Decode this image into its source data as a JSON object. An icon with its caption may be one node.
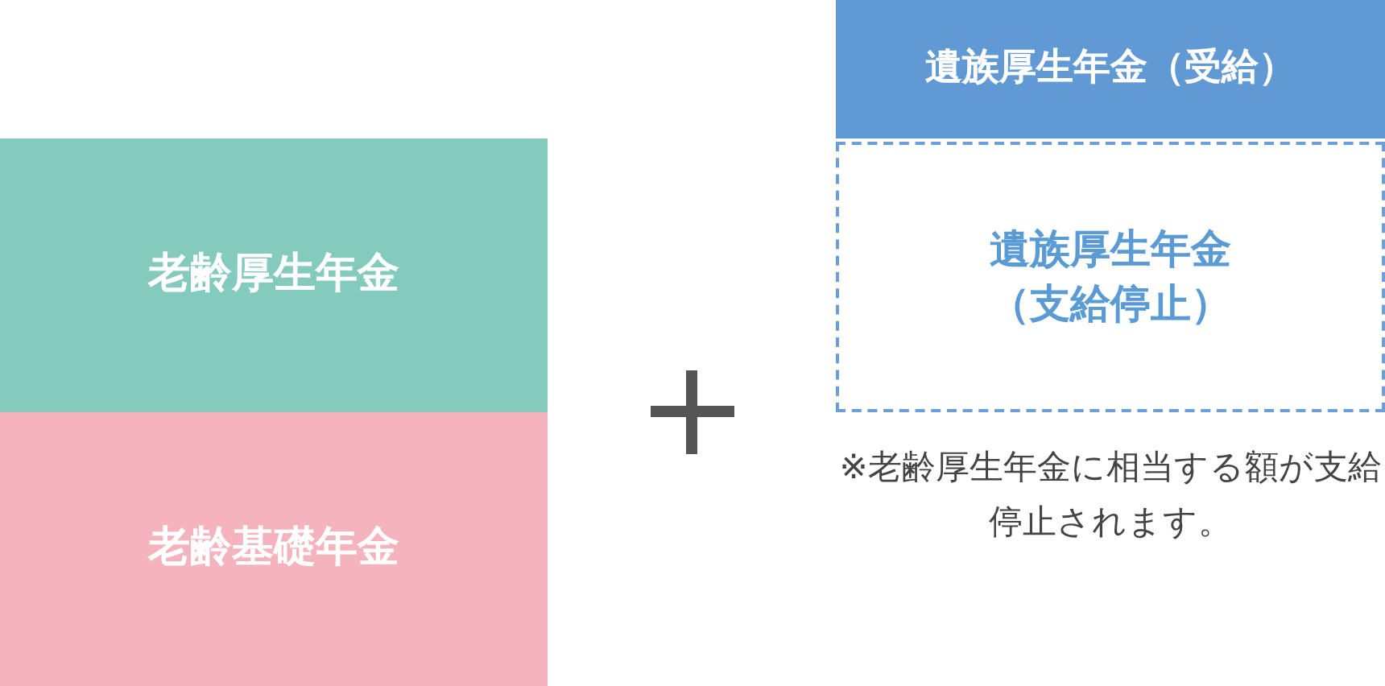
{
  "diagram": {
    "nodes": [
      {
        "text": [
          "老齢厚生年金"
        ]
      },
      {
        "text": [
          "老齢基礎年金"
        ]
      },
      {
        "text": [
          "遺族厚生年金（受給）"
        ]
      },
      {
        "text": [
          "遺族厚生年金（支給停止）"
        ]
      }
    ],
    "labels": [
      "※老齢厚生年金に相当する額が支給停止されます。"
    ]
  }
}
